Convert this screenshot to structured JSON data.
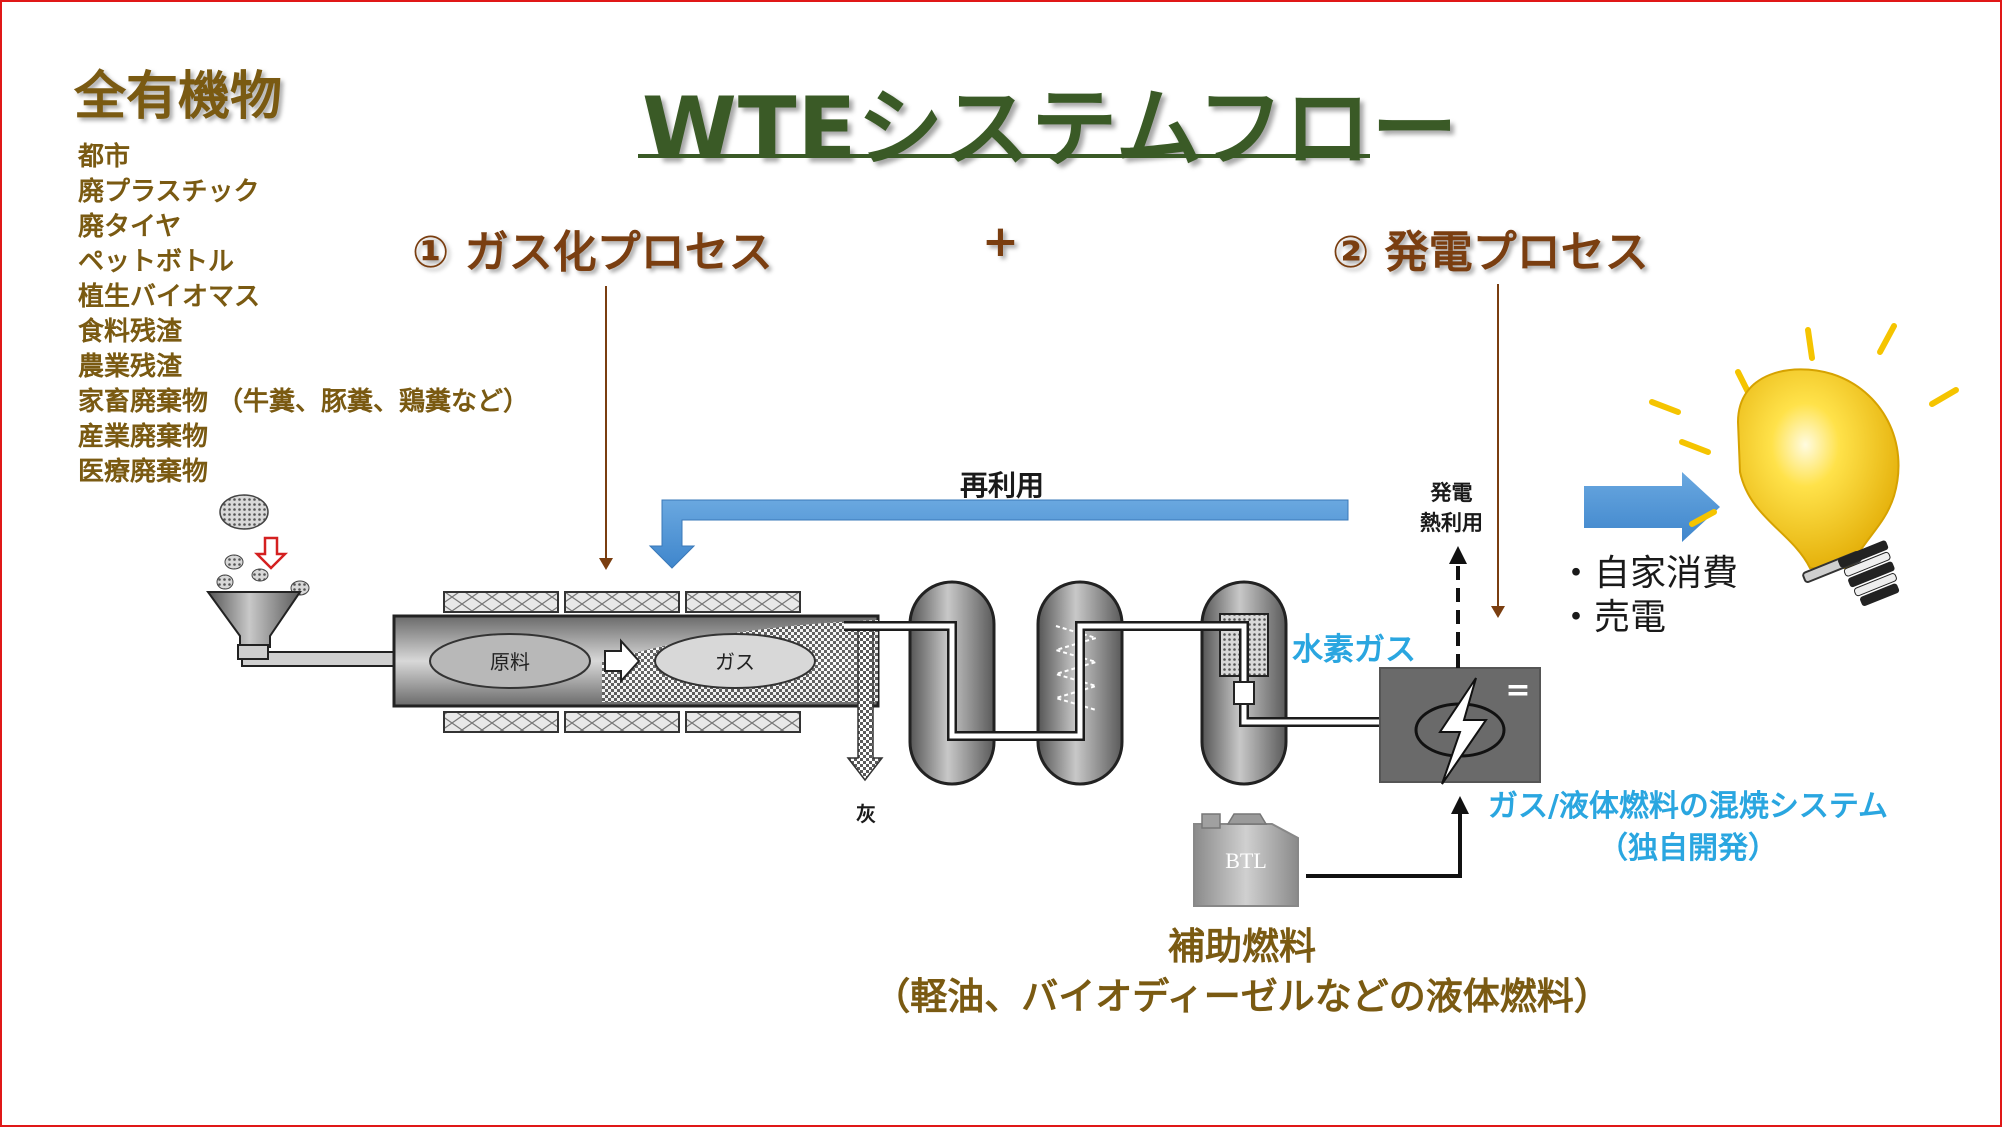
{
  "title": "WTEシステムフロー",
  "feedstock": {
    "heading": "全有機物",
    "items": [
      "都市",
      "廃プラスチック",
      "廃タイヤ",
      "ペットボトル",
      "植生バイオマス",
      "食料残渣",
      "農業残渣",
      "家畜廃棄物 （牛糞、豚糞、鶏糞など）",
      "産業廃棄物",
      "医療廃棄物"
    ]
  },
  "processes": {
    "gasification": "① ガス化プロセス",
    "plus": "+",
    "power": "② 発電プロセス"
  },
  "flow": {
    "reuse": "再利用",
    "raw_material": "原料",
    "gas": "ガス",
    "ash": "灰",
    "power_heat": [
      "発電",
      "熱利用"
    ],
    "hydrogen_gas": "水素ガス",
    "equals": "=",
    "cofiring": [
      "ガス/液体燃料の混焼システム",
      "（独自開発）"
    ],
    "btl": "BTL"
  },
  "outputs": [
    "・自家消費",
    "・売電"
  ],
  "auxiliary_fuel": [
    "補助燃料",
    "（軽油、バイオディーゼルなどの液体燃料）"
  ],
  "colors": {
    "title": "#3a5a26",
    "feedstock_text": "#7a5a12",
    "process_text": "#7a3e10",
    "reuse_arrow": "#5b9bd5",
    "highlight_blue": "#2aa6e0",
    "bulb": "#f5c400",
    "frame": "#e01818"
  }
}
